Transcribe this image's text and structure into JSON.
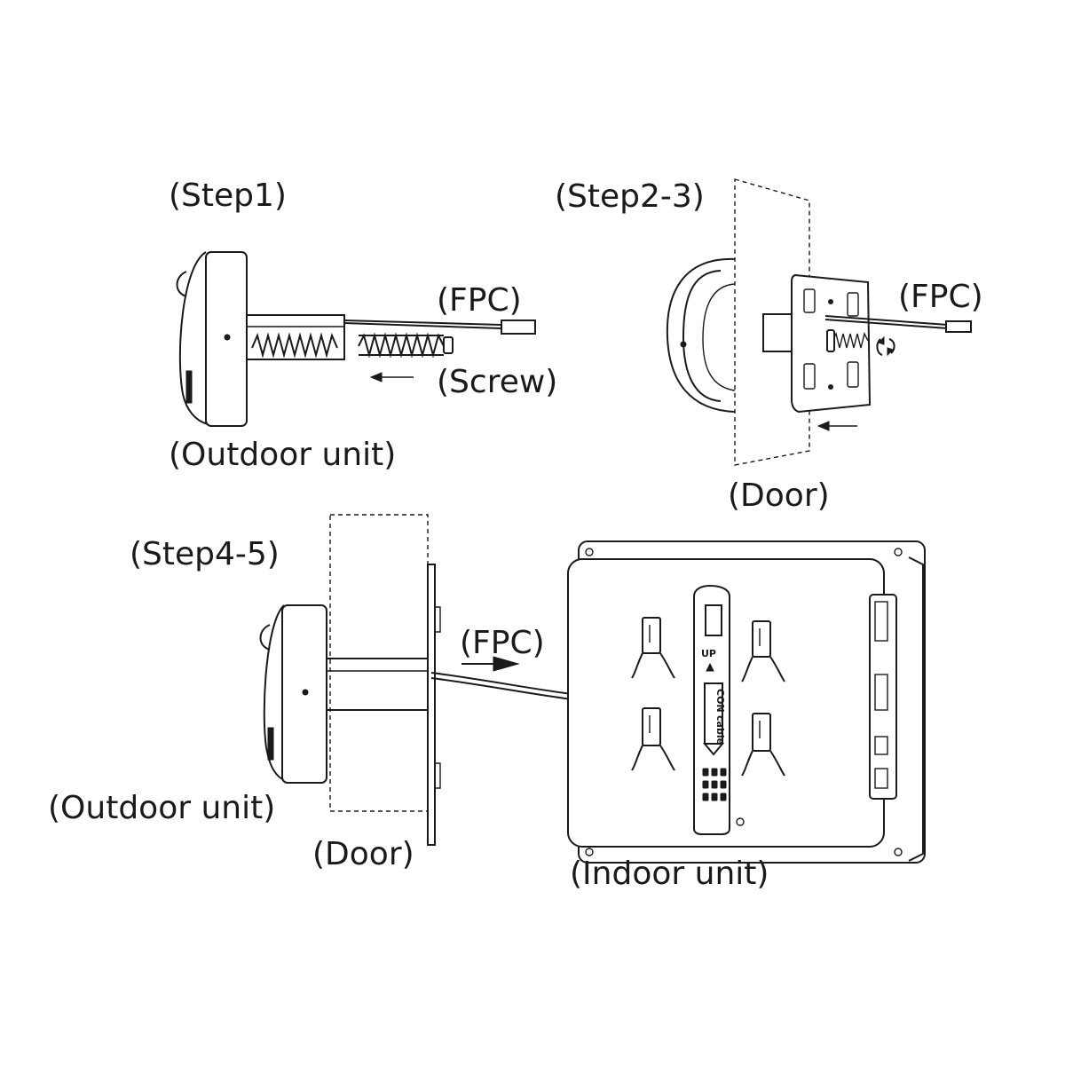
{
  "step1": {
    "title": "(Step1)",
    "fpc_label": "(FPC)",
    "screw_label": "(Screw)",
    "outdoor_label": "(Outdoor unit)"
  },
  "step2_3": {
    "title": "(Step2-3)",
    "fpc_label": "(FPC)",
    "door_label": "(Door)"
  },
  "step4_5": {
    "title": "(Step4-5)",
    "fpc_label": "(FPC)",
    "outdoor_label": "(Outdoor unit)",
    "door_label": "(Door)",
    "indoor_label": "(Indoor unit)",
    "panel_up_text": "UP",
    "panel_con_text": "CON",
    "panel_cable_text": "cable"
  },
  "colors": {
    "line": "#1a1a1a",
    "background": "#ffffff"
  }
}
